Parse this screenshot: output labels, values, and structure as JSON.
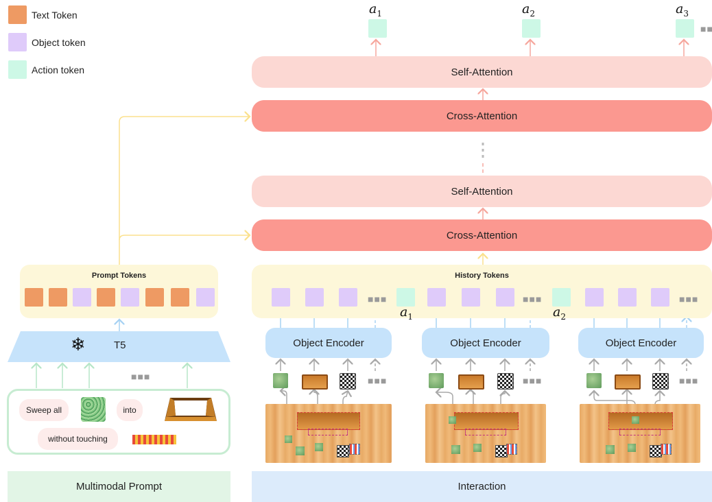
{
  "legend": [
    {
      "label": "Text Token",
      "color": "#ee9a63"
    },
    {
      "label": "Object token",
      "color": "#dfcbfa"
    },
    {
      "label": "Action token",
      "color": "#cdf8e6"
    }
  ],
  "outputs": {
    "a1": "a",
    "a1_sub": "1",
    "a2": "a",
    "a2_sub": "2",
    "a3": "a",
    "a3_sub": "3",
    "more": "■■"
  },
  "layers": {
    "self_attention_top": "Self-Attention",
    "cross_attention_top": "Cross-Attention",
    "self_attention_bottom": "Self-Attention",
    "cross_attention_bottom": "Cross-Attention"
  },
  "prompt_tokens": {
    "title": "Prompt Tokens",
    "tokens": [
      "text",
      "text",
      "object",
      "text",
      "object",
      "text",
      "text",
      "object"
    ]
  },
  "t5": {
    "label": "T5",
    "icon": "snowflake-icon",
    "glyph": "❄"
  },
  "multimodal_prompt": {
    "words": [
      "Sweep all",
      "into",
      "without touching"
    ],
    "more": "■■■"
  },
  "history_tokens": {
    "title": "History Tokens",
    "more": "■■■"
  },
  "action_labels": {
    "a1": "a",
    "a1_sub": "1",
    "a2": "a",
    "a2_sub": "2"
  },
  "object_encoders": [
    "Object Encoder",
    "Object Encoder",
    "Object Encoder"
  ],
  "footers": {
    "left": "Multimodal Prompt",
    "right": "Interaction"
  },
  "colors": {
    "self_attention": "#fcd8d3",
    "cross_attention": "#fb9890",
    "panel": "#fdf7d9",
    "encoder": "#c6e3fb",
    "prompt_border": "#c7ecd2",
    "footer_left": "#e2f5e6",
    "footer_right": "#dcebfb",
    "arrow_gray": "#a9a9a9",
    "arrow_blue": "#a7d2f3",
    "arrow_green": "#b7e6c8",
    "arrow_yellow": "#fbe18d",
    "arrow_red": "#f6a79d"
  }
}
